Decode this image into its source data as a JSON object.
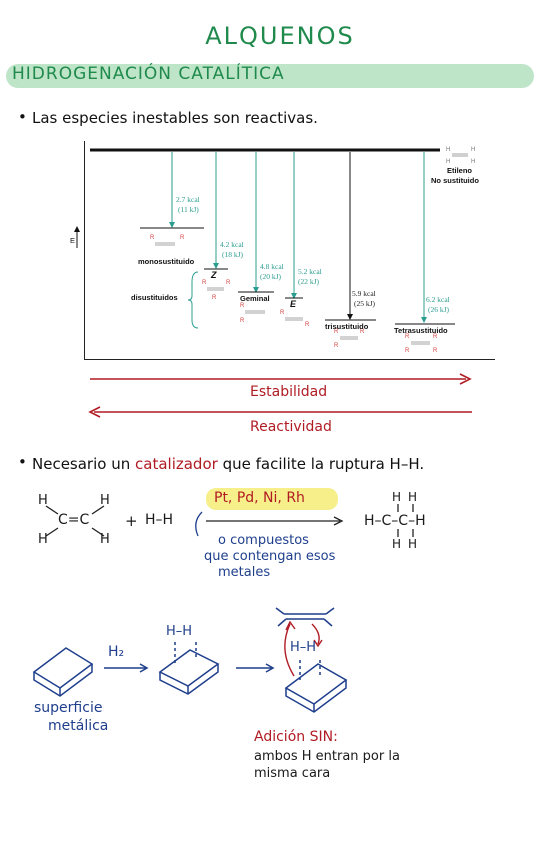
{
  "header": {
    "title": "ALQUENOS",
    "subtitle": "HIDROGENACIÓN CATALÍTICA"
  },
  "bullets": {
    "first": "Las especies inestables son reactivas.",
    "second_prefix": "Necesario un",
    "second_highlight": "catalizador",
    "second_suffix": "que facilite la ruptura H–H."
  },
  "chart": {
    "axis_label": "E",
    "ethylene_label_1": "Etileno",
    "ethylene_label_2": "No sustituido",
    "mono": {
      "kcal": "2.7 kcal",
      "kj": "(11 kJ)",
      "label": "monosustituido"
    },
    "z": {
      "kcal": "4.2 kcal",
      "kj": "(18 kJ)",
      "label": "Z"
    },
    "geminal": {
      "kcal": "4.8 kcal",
      "kj": "(20 kJ)",
      "label": "Geminal"
    },
    "e": {
      "kcal": "5.2 kcal",
      "kj": "(22 kJ)",
      "label": "E"
    },
    "disub_label": "disustituidos",
    "tri": {
      "kcal": "5.9 kcal",
      "kj": "(25 kJ)",
      "label": "trisustituido"
    },
    "tetra": {
      "kcal": "6.2 kcal",
      "kj": "(26 kJ)",
      "label": "Tetrasustituido"
    }
  },
  "arrows": {
    "stability": "Estabilidad",
    "reactivity": "Reactividad"
  },
  "reaction": {
    "h": "H",
    "c_double": "C=C",
    "plus": "+",
    "h2": "H–H",
    "catalysts": "Pt, Pd, Ni, Rh",
    "alt_1": "o compuestos",
    "alt_2": "que contengan esos",
    "alt_3": "metales",
    "product": "H–C–C–H"
  },
  "surface": {
    "h2_label": "H₂",
    "hh_1": "H–H",
    "hh_2": "H–H",
    "surface_1": "superficie",
    "surface_2": "metálica",
    "syn_title": "Adición SIN:",
    "syn_1": "ambos H entran por la",
    "syn_2": "misma cara"
  },
  "colors": {
    "green": "#1f8a4c",
    "teal": "#2a9d8f",
    "red": "#b01c24",
    "blue": "#1f3f8c",
    "yellow": "#f6ef8a"
  }
}
